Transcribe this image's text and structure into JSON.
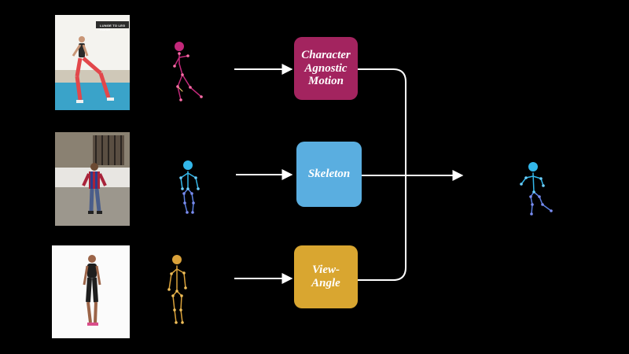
{
  "inputs": [
    {
      "photo_caption": "LUNGE TO LEG RAISE"
    },
    {
      "photo_caption": ""
    },
    {
      "photo_caption": ""
    }
  ],
  "factors": [
    {
      "label": "Character\nAgnostic\nMotion",
      "color": "#a3245f"
    },
    {
      "label": "Skeleton",
      "color": "#5aaee0"
    },
    {
      "label": "View-\nAngle",
      "color": "#d9a630"
    }
  ],
  "colors": {
    "background": "#000000",
    "arrow": "#ffffff",
    "skeleton_motion": "#c2287a",
    "skeleton_body": "#33b7ea",
    "skeleton_view": "#d9a13a",
    "skeleton_output": "#33b7ea"
  }
}
